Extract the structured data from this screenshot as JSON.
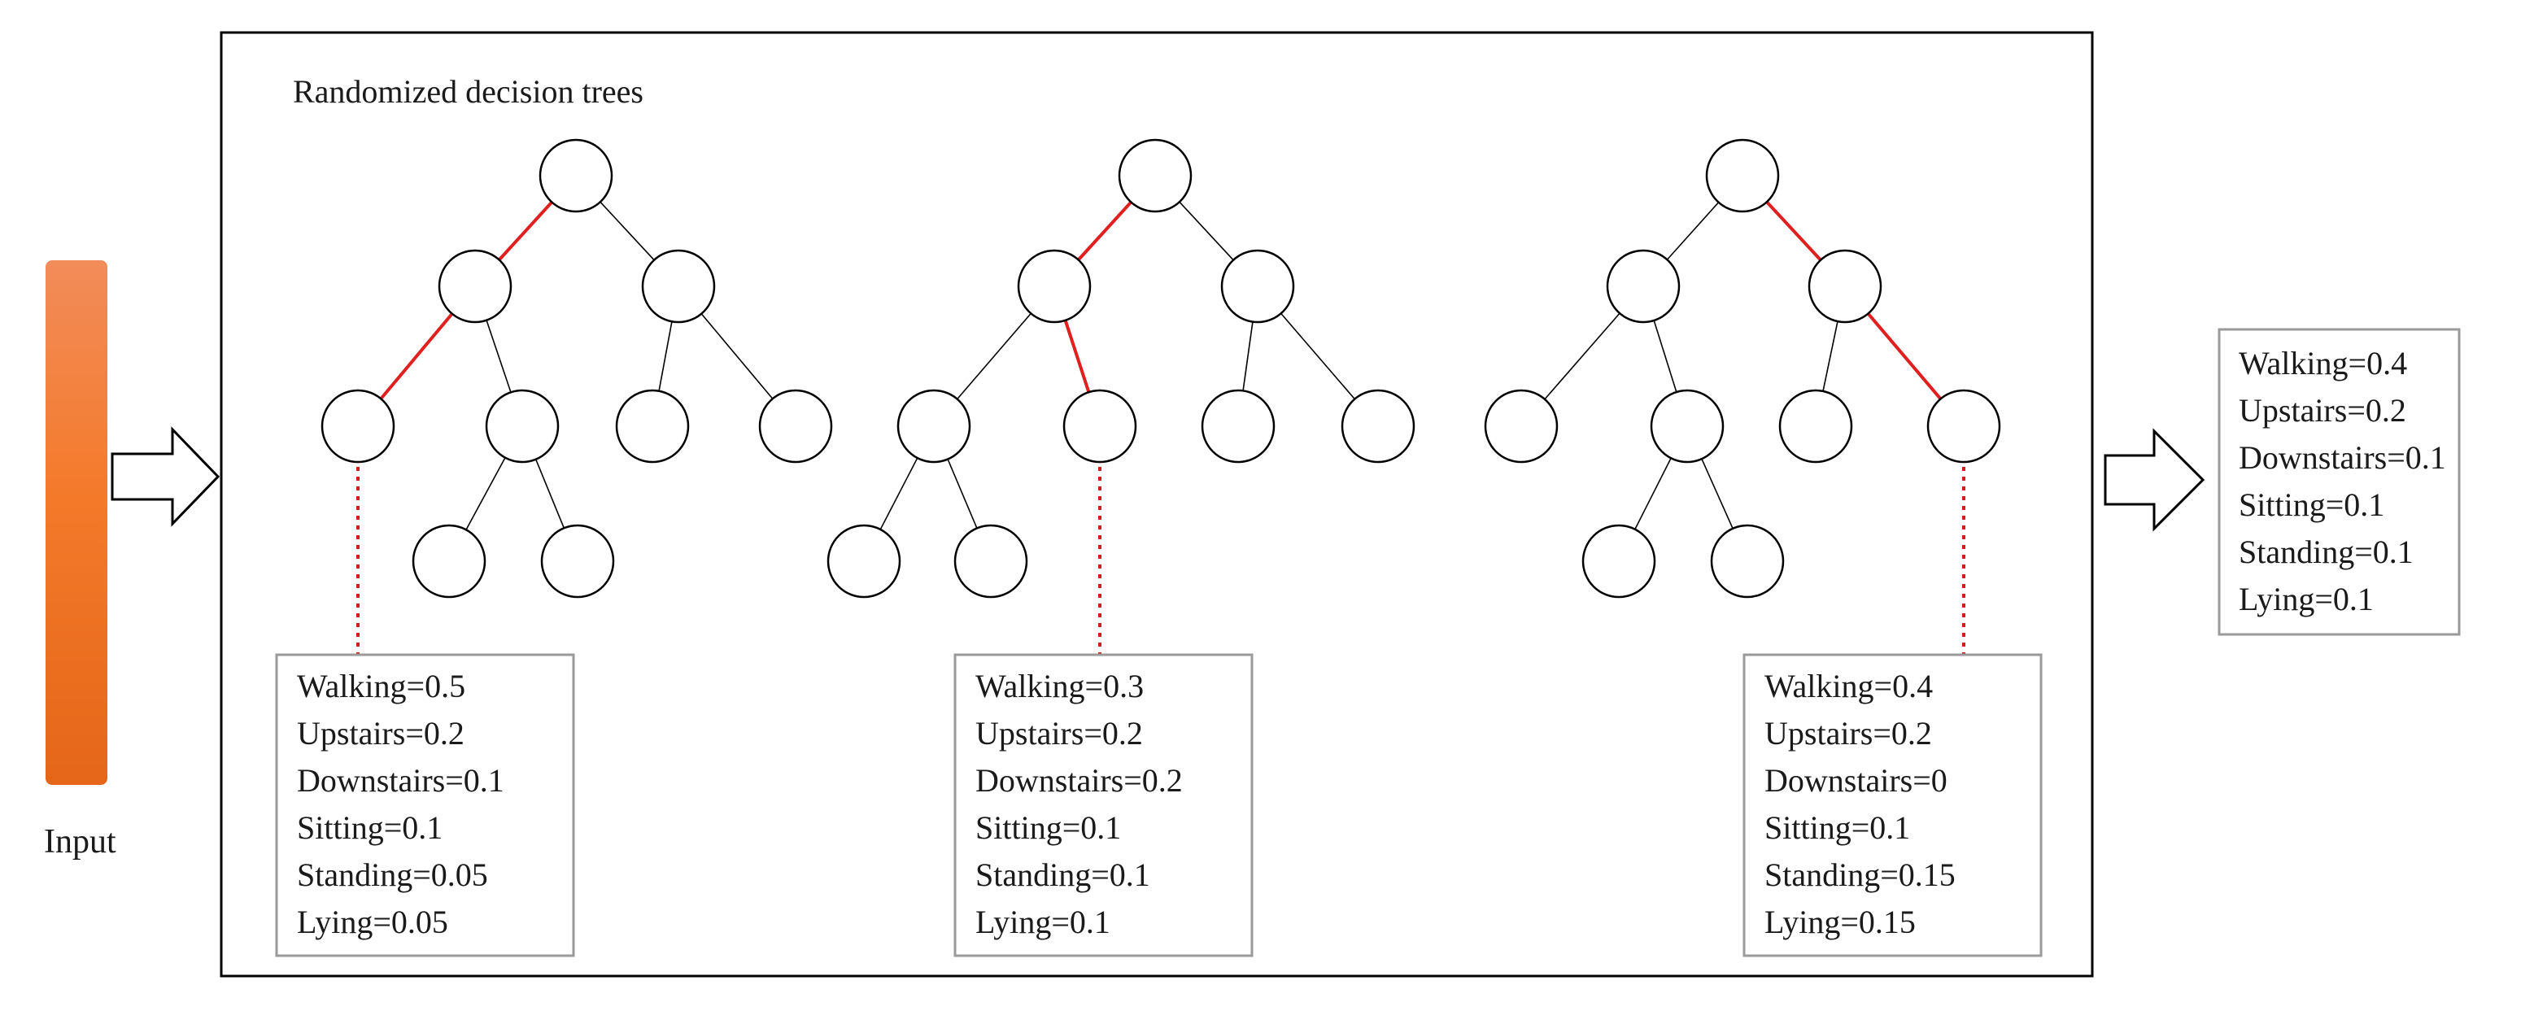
{
  "input": {
    "label": "Input",
    "gradient_top": "#F28C5A",
    "gradient_mid": "#F47A2A",
    "gradient_bottom": "#E56618"
  },
  "forest": {
    "title": "Randomized decision trees",
    "path_color": "#E01F1F",
    "trees": [
      {
        "probabilities": [
          "Walking=0.5",
          "Upstairs=0.2",
          "Downstairs=0.1",
          "Sitting=0.1",
          "Standing=0.05",
          "Lying=0.05"
        ]
      },
      {
        "probabilities": [
          "Walking=0.3",
          "Upstairs=0.2",
          "Downstairs=0.2",
          "Sitting=0.1",
          "Standing=0.1",
          "Lying=0.1"
        ]
      },
      {
        "probabilities": [
          "Walking=0.4",
          "Upstairs=0.2",
          "Downstairs=0",
          "Sitting=0.1",
          "Standing=0.15",
          "Lying=0.15"
        ]
      }
    ]
  },
  "output": {
    "probabilities": [
      "Walking=0.4",
      "Upstairs=0.2",
      "Downstairs=0.1",
      "Sitting=0.1",
      "Standing=0.1",
      "Lying=0.1"
    ]
  }
}
